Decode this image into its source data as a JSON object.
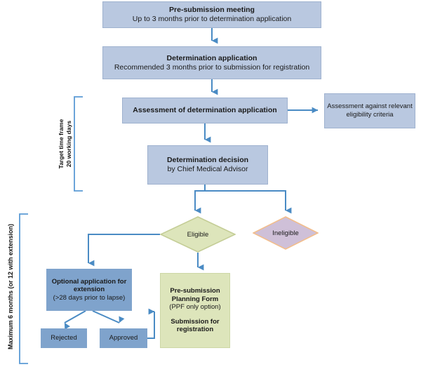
{
  "diagram": {
    "title": "Determination application process flowchart",
    "colors": {
      "box_blue": "#b9c8e0",
      "box_blue_dark": "#7fa3cc",
      "box_olive": "#dde5bb",
      "diamond_eligible": "#dde5bb",
      "diamond_eligible_border": "#c4cd96",
      "diamond_ineligible": "#cfc0d8",
      "diamond_ineligible_border": "#f2bd8c",
      "connector": "#4a8bc4",
      "bracket": "#5b9bd5",
      "background": "#ffffff"
    },
    "side_labels": [
      {
        "id": "target-time-frame",
        "line1": "Target time frame",
        "line2": "20 working days"
      },
      {
        "id": "maximum-duration",
        "text": "Maximum 6 months (or 12 with extension)"
      }
    ],
    "nodes": [
      {
        "id": "pre-submission-meeting",
        "shape": "rectangle",
        "title": "Pre-submission meeting",
        "subtitle": "Up to  3 months prior to determination application"
      },
      {
        "id": "determination-application",
        "shape": "rectangle",
        "title": "Determination application",
        "subtitle": "Recommended 3 months prior to submission for registration"
      },
      {
        "id": "assessment-of-determination-application",
        "shape": "rectangle",
        "title": "Assessment of determination application",
        "subtitle": ""
      },
      {
        "id": "assessment-against-relevant-eligibility-criteria",
        "shape": "rectangle",
        "line1": "Assessment against relevant",
        "line2": "eligibility criteria"
      },
      {
        "id": "determination-decision",
        "shape": "rectangle",
        "title": "Determination decision",
        "subtitle": "by Chief Medical Advisor"
      },
      {
        "id": "eligible",
        "shape": "diamond",
        "label": "Eligible"
      },
      {
        "id": "ineligible",
        "shape": "diamond",
        "label": "Ineligible"
      },
      {
        "id": "optional-application-for-extension",
        "shape": "rectangle",
        "line1": "Optional application for",
        "line2": "extension",
        "line3": "(>28 days prior to lapse)"
      },
      {
        "id": "rejected",
        "shape": "rectangle",
        "label": "Rejected"
      },
      {
        "id": "approved",
        "shape": "rectangle",
        "label": "Approved"
      },
      {
        "id": "pre-submission-planning-form",
        "shape": "rectangle",
        "line1": "Pre-submission",
        "line2": "Planning Form",
        "line3": "(PPF only option)",
        "line4": "Submission for",
        "line5": "registration"
      }
    ],
    "edges": [
      {
        "from": "pre-submission-meeting",
        "to": "determination-application"
      },
      {
        "from": "determination-application",
        "to": "assessment-of-determination-application"
      },
      {
        "from": "assessment-of-determination-application",
        "to": "assessment-against-relevant-eligibility-criteria"
      },
      {
        "from": "assessment-of-determination-application",
        "to": "determination-decision"
      },
      {
        "from": "determination-decision",
        "to": "eligible"
      },
      {
        "from": "determination-decision",
        "to": "ineligible"
      },
      {
        "from": "eligible",
        "to": "optional-application-for-extension"
      },
      {
        "from": "eligible",
        "to": "pre-submission-planning-form"
      },
      {
        "from": "optional-application-for-extension",
        "to": "rejected"
      },
      {
        "from": "optional-application-for-extension",
        "to": "approved"
      },
      {
        "from": "approved",
        "to": "pre-submission-planning-form"
      }
    ]
  }
}
